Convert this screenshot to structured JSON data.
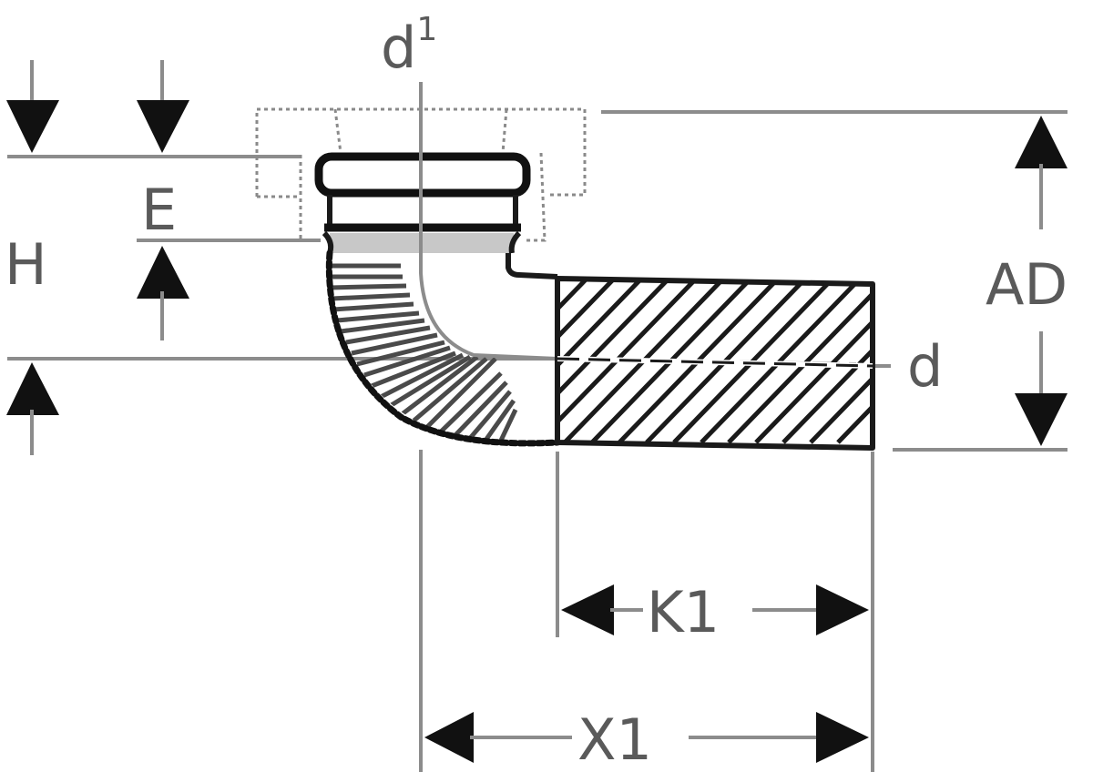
{
  "drawing": {
    "title": "Pipe bend with socket — dimension drawing",
    "labels": {
      "d1_main": "d",
      "d1_sup": "1",
      "E": "E",
      "H": "H",
      "AD": "AD",
      "d": "d",
      "K1": "K1",
      "X1": "X1"
    },
    "colors": {
      "line": "#1a1a1a",
      "dimension": "#8c8c8c",
      "arrow": "#111111",
      "label": "#5a5a5a",
      "background": "#ffffff"
    }
  }
}
